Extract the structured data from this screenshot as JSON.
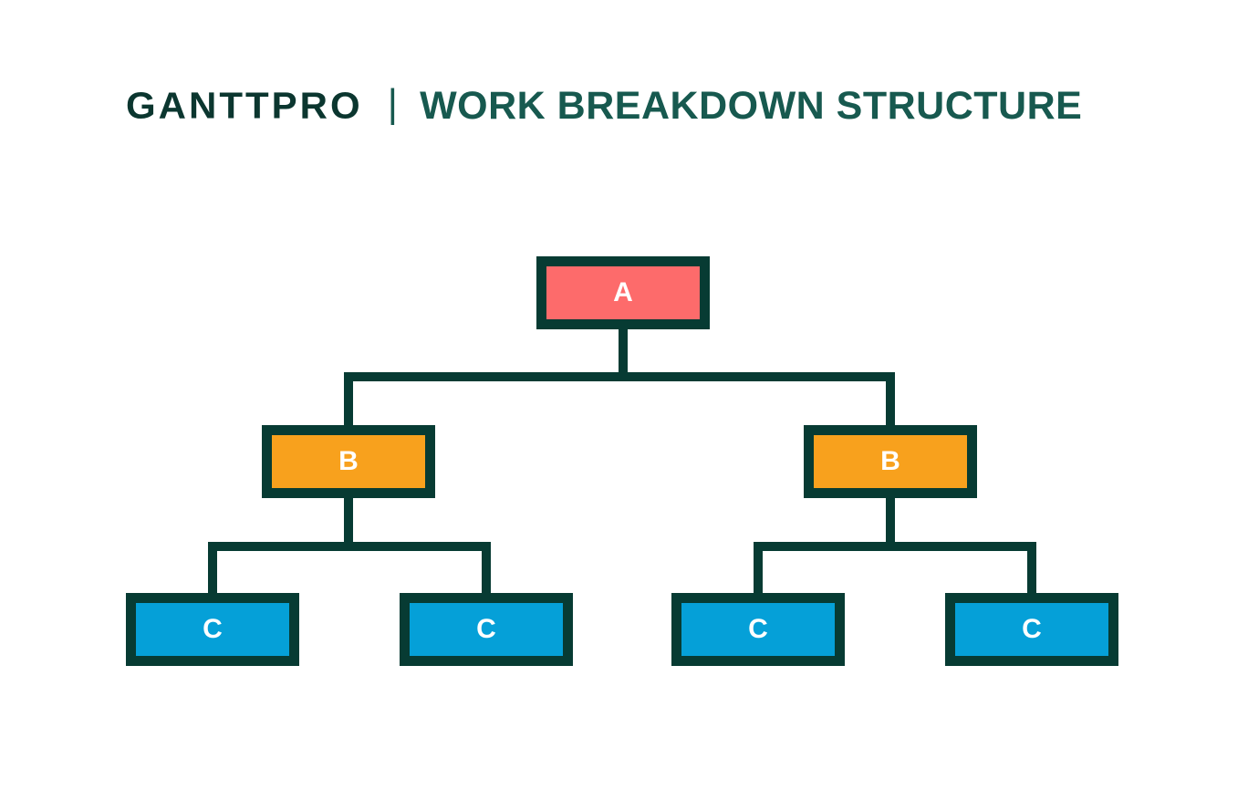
{
  "header": {
    "logo": "GANTTPRO",
    "divider_glyph": "|",
    "title": "WORK BREAKDOWN STRUCTURE"
  },
  "colors": {
    "outline": "#073B33",
    "logo": "#0B362F",
    "title": "#17594F",
    "coral": "#FD6B6B",
    "orange": "#F8A11D",
    "blue": "#05A0D8",
    "node_text": "#FFFFFF",
    "background": "#FFFFFF"
  },
  "diagram": {
    "type": "tree",
    "nodes": [
      {
        "id": "a",
        "label": "A",
        "color": "coral",
        "parent": null
      },
      {
        "id": "b1",
        "label": "B",
        "color": "orange",
        "parent": "a"
      },
      {
        "id": "b2",
        "label": "B",
        "color": "orange",
        "parent": "a"
      },
      {
        "id": "c1",
        "label": "C",
        "color": "blue",
        "parent": "b1"
      },
      {
        "id": "c2",
        "label": "C",
        "color": "blue",
        "parent": "b1"
      },
      {
        "id": "c3",
        "label": "C",
        "color": "blue",
        "parent": "b2"
      },
      {
        "id": "c4",
        "label": "C",
        "color": "blue",
        "parent": "b2"
      }
    ]
  }
}
